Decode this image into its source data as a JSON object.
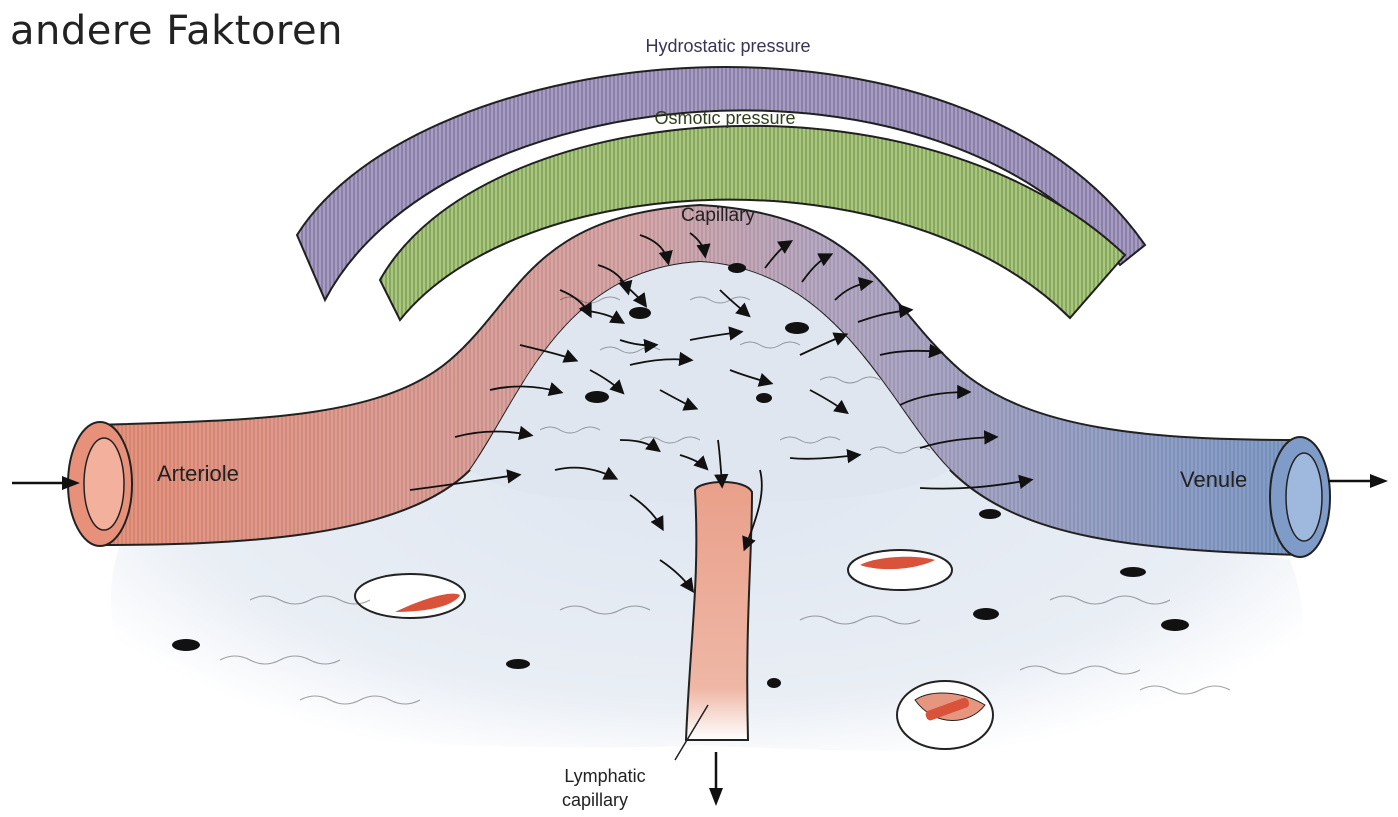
{
  "slide": {
    "title": "andere Faktoren"
  },
  "diagram": {
    "hydrostatic_label": "Hydrostatic pressure",
    "osmotic_label": "Osmotic pressure",
    "capillary_label": "Capillary",
    "arteriole_label": "Arteriole",
    "venule_label": "Venule",
    "lymphatic_label_line1": "Lymphatic",
    "lymphatic_label_line2": "capillary"
  },
  "colors": {
    "hydrostatic": "#a79cc6",
    "osmotic": "#a8c97a",
    "arteriole": "#e8917a",
    "venule": "#7f9cc9",
    "tissue": "#e6ebf3",
    "lymphatic": "#e9a08a"
  }
}
